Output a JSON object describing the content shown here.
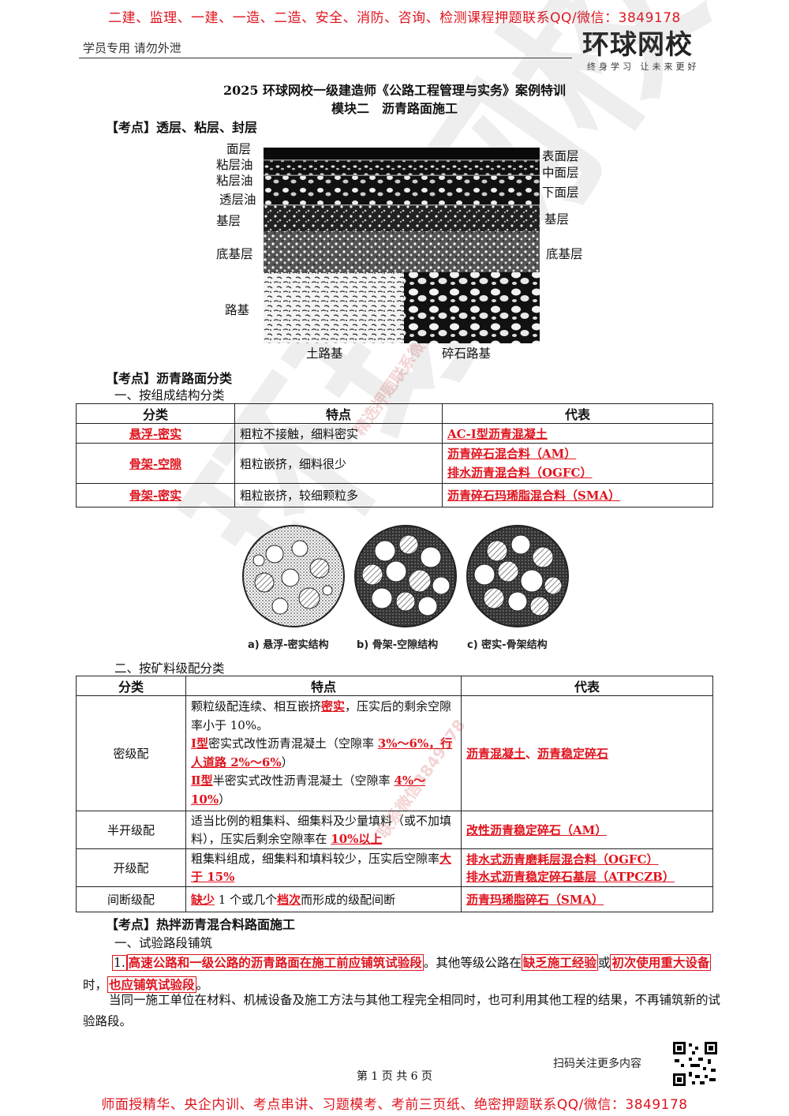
{
  "banner_top": "二建、监理、一建、一造、二造、安全、消防、咨询、检测课程押题联系QQ/微信：3849178",
  "banner_bottom": "师面授精华、央企内训、考点串讲、习题模考、考前三页纸、绝密押题联系QQ/微信：3849178",
  "header": {
    "left": "学员专用 请勿外泄",
    "logo": "环球网校",
    "logo_sub": "终身学习 让未来更好"
  },
  "title_line1": "2025 环球网校一级建造师《公路工程管理与实务》案例特训",
  "title_line2": "模块二　沥青路面施工",
  "kaodian1": "【考点】透层、粘层、封层",
  "diagram1": {
    "left_labels": [
      "面层",
      "粘层油",
      "粘层油",
      "透层油",
      "基层",
      "底基层",
      "路基"
    ],
    "right_labels": [
      "表面层",
      "中面层",
      "下面层",
      "基层",
      "底基层"
    ],
    "bottom_labels": [
      "土路基",
      "碎石路基"
    ]
  },
  "kaodian2": "【考点】沥青路面分类",
  "section1": "一、按组成结构分类",
  "table1": {
    "headers": [
      "分类",
      "特点",
      "代表"
    ],
    "rows": [
      {
        "cat": "悬浮-密实",
        "feat": "粗粒不接触，细料密实",
        "rep": [
          "AC-Ⅰ型沥青混凝土"
        ]
      },
      {
        "cat": "骨架-空隙",
        "feat": "粗粒嵌挤，细料很少",
        "rep": [
          "沥青碎石混合料（AM）",
          "排水沥青混合料（OGFC）"
        ]
      },
      {
        "cat": "骨架-密实",
        "feat": "粗粒嵌挤，较细颗粒多",
        "rep": [
          "沥青碎石玛琋脂混合料（SMA）"
        ]
      }
    ]
  },
  "figure_captions": [
    "a) 悬浮-密实结构",
    "b) 骨架-空隙结构",
    "c) 密实-骨架结构"
  ],
  "section2": "二、按矿料级配分类",
  "table2": {
    "headers": [
      "分类",
      "特点",
      "代表"
    ],
    "r1": {
      "cat": "密级配",
      "f1a": "颗粒级配连续、相互嵌挤",
      "f1b": "密实",
      "f1c": "，压实后的剩余空隙率小于 10%。",
      "f2a": "Ⅰ型",
      "f2b": "密实式改性沥青混凝土（空隙率 ",
      "f2c": "3%～6%，行人道路 2%～6%",
      "f2d": "）",
      "f3a": "Ⅱ型",
      "f3b": "半密实式改性沥青混凝土（空隙率 ",
      "f3c": "4%～10%",
      "f3d": "）",
      "rep1": "沥青混凝土",
      "sep": "、",
      "rep2": "沥青稳定碎石"
    },
    "r2": {
      "cat": "半开级配",
      "fa": "适当比例的粗集料、细集料及少量填料（或不加填料），压实后剩余空隙率在 ",
      "fb": "10%以上",
      "rep": "改性沥青稳定碎石（AM）"
    },
    "r3": {
      "cat": "开级配",
      "fa": "粗集料组成，细集料和填料较少，压实后空隙率",
      "fb": "大于 15%",
      "rep1": "排水式沥青磨耗层混合料（OGFC）",
      "rep2": "排水式沥青稳定碎石基层（ATPCZB）"
    },
    "r4": {
      "cat": "间断级配",
      "fa": "缺少",
      "fb": " 1 个或几个",
      "fc": "档次",
      "fd": "而形成的级配间断",
      "rep": "沥青玛琋脂碎石（SMA）"
    }
  },
  "kaodian3": "【考点】热拌沥青混合料路面施工",
  "section3": "一、试验路段铺筑",
  "p1": {
    "num": "1.",
    "a": "高速公路和一级公路的沥青路面在施工前应铺筑试验段",
    "b": "。其他等级公路在",
    "c": "缺乏施工经验",
    "d": "或",
    "e": "初次使用重大设备",
    "f": "时，",
    "g": "也应铺筑试验段",
    "h": "。"
  },
  "p2": "当同一施工单位在材料、机械设备及施工方法与其他工程完全相同时，也可利用其他工程的结果，不再铺筑新的试验路段。",
  "qr_text": "扫码关注更多内容",
  "page_num": "第 1 页 共 6 页",
  "watermark": "环球网校",
  "watermark2": "精选押题联系微信3849178",
  "watermark3": "联系微信3849178"
}
